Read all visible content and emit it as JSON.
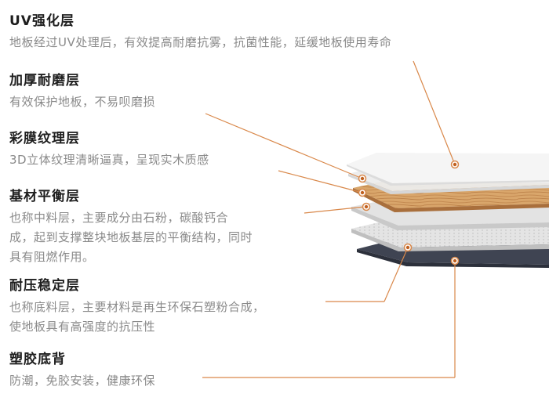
{
  "layers": [
    {
      "title": "UV强化层",
      "desc": [
        "地板经过UV处理后，有效提高耐磨抗雾，抗菌性能，延缓地板使用寿命"
      ]
    },
    {
      "title": "加厚耐磨层",
      "desc": [
        "有效保护地板，不易呗磨损"
      ]
    },
    {
      "title": "彩膜纹理层",
      "desc": [
        "3D立体纹理清晰逼真，呈现实木质感"
      ]
    },
    {
      "title": "基材平衡层",
      "desc": [
        "也称中料层，主要成分由石粉，碳酸钙合",
        "成，起到支撑整块地板基层的平衡结构，同时",
        "具有阻燃作用。"
      ]
    },
    {
      "title": "耐压稳定层",
      "desc": [
        "也称底料层，主要材料是再生环保石塑粉合成，",
        "使地板具有高强度的抗压性"
      ]
    },
    {
      "title": "塑胶底背",
      "desc": [
        "防潮，免胶安装，健康环保"
      ]
    }
  ],
  "colors": {
    "leader_line": "#d9884a",
    "dot": "#c0601f",
    "wood_light": "#d9a66b",
    "wood_dark": "#b07a45",
    "uv_layer": "#f3f3f3",
    "wear_layer": "#e9e9e9",
    "balance_layer": "#dedede",
    "stable_layer": "#cfcfcf",
    "backing_layer": "#3f4452"
  }
}
